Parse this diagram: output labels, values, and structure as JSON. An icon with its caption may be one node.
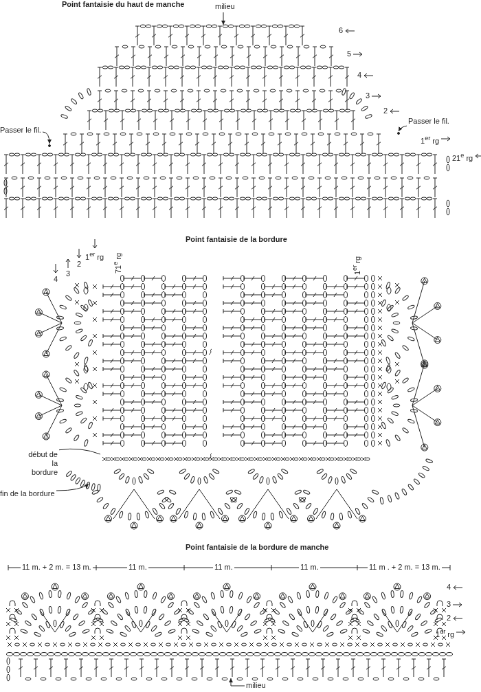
{
  "diagram": {
    "nodes": [
      {
        "text": [
          "milieu"
        ]
      },
      {
        "text": [
          "Passer le fil."
        ]
      },
      {
        "text": [
          "Passer le fil."
        ]
      },
      {
        "text": [
          "début de la bordure"
        ]
      },
      {
        "text": [
          "fin de la bordure"
        ]
      },
      {
        "text": [
          "milieu"
        ]
      }
    ],
    "edges": [
      {
        "from": 0,
        "to": null,
        "arrow": "to"
      },
      {
        "from": 1,
        "to": null,
        "arrow": "to"
      },
      {
        "from": 2,
        "to": null,
        "arrow": "to"
      },
      {
        "from": 3,
        "to": null,
        "arrow": "none"
      },
      {
        "from": 4,
        "to": null,
        "arrow": "to"
      },
      {
        "from": 5,
        "to": null,
        "arrow": "to"
      }
    ],
    "labels": [
      "Point fantaisie du haut de manche",
      "6",
      "5",
      "4",
      "3",
      "2",
      "1$^{er}$ rg",
      "21$^{e}$ rg",
      "Point fantaisie de la bordure",
      "4",
      "3",
      "2",
      "1$^{er}$ rg",
      "71$^{e}$ rg",
      "1$^{er}$ rg",
      "Point fantaisie de la bordure de manche",
      "11 m. + 2 m. = 13 m.",
      "11 m.",
      "11 m.",
      "11 m.",
      "11 m . + 2 m. = 13 m.",
      "4",
      "3",
      "2",
      "1$^{er}$ rg"
    ]
  }
}
